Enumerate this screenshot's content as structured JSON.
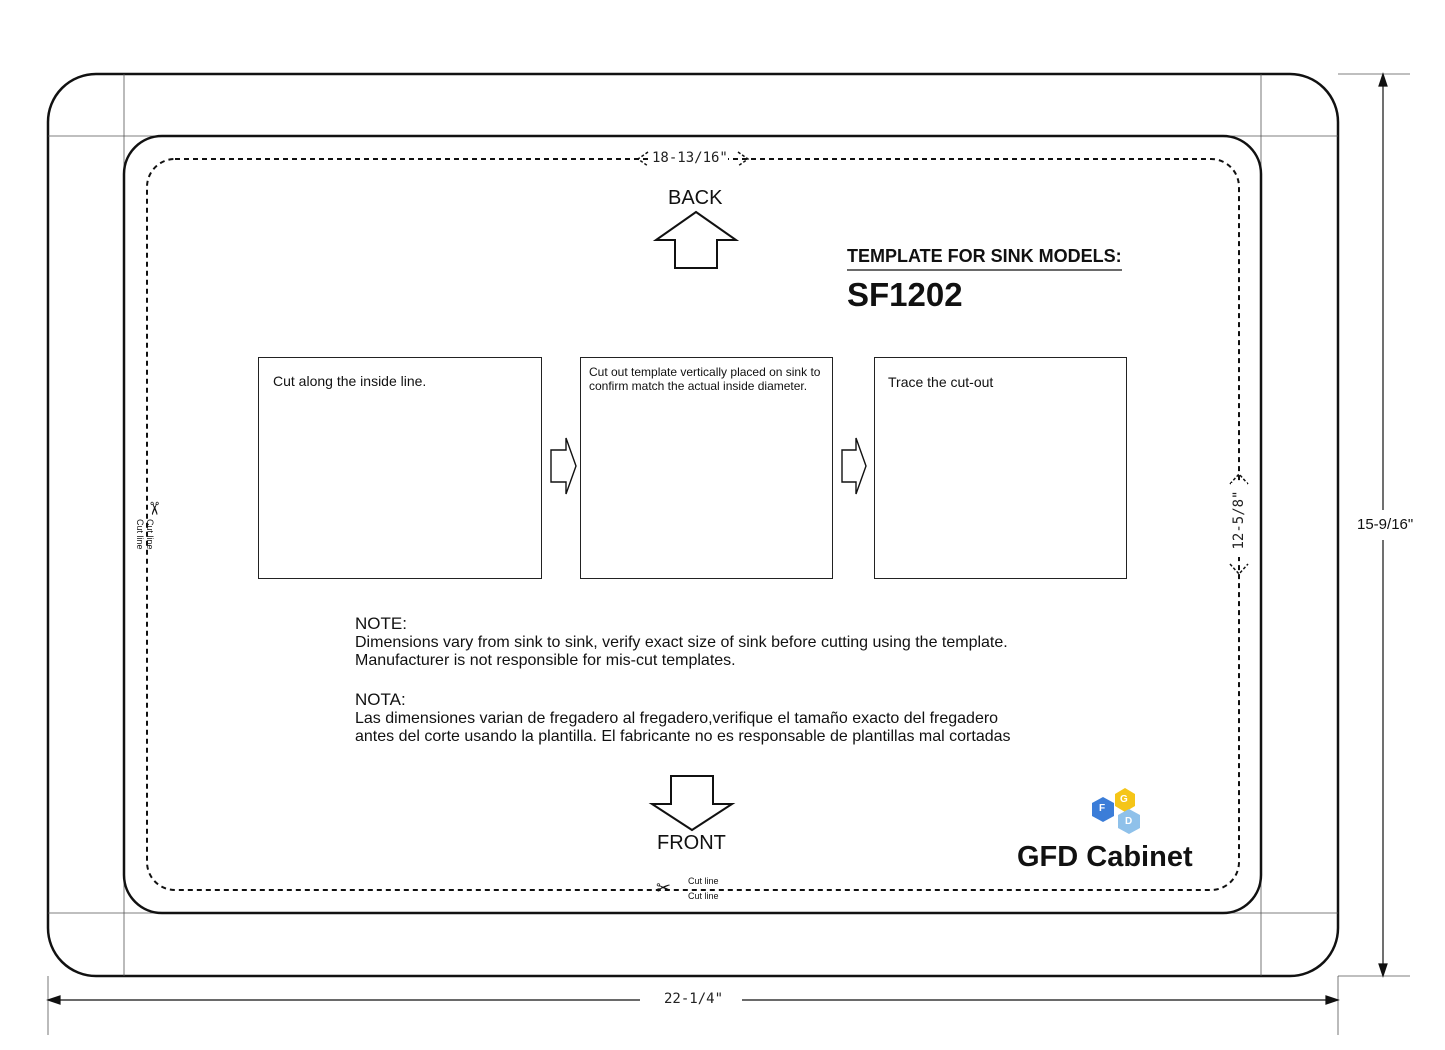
{
  "dimensions": {
    "top_width": "18-13/16\"",
    "right_height": "12-5/8\"",
    "outer_height": "15-9/16\"",
    "outer_width": "22-1/4\""
  },
  "orientation": {
    "back": "BACK",
    "front": "FRONT"
  },
  "template": {
    "heading": "TEMPLATE FOR SINK MODELS:",
    "model": "SF1202"
  },
  "steps": [
    {
      "caption": "Cut along the inside line."
    },
    {
      "caption": "Cut out template vertically placed on sink to confirm match the actual inside diameter."
    },
    {
      "caption": "Trace the cut-out"
    }
  ],
  "note_en": {
    "title": "NOTE:",
    "line1": "Dimensions vary from sink to sink, verify exact size of sink before cutting using the template.",
    "line2": "Manufacturer is not responsible for mis-cut templates."
  },
  "note_es": {
    "title": "NOTA:",
    "line1": "Las dimensiones varian de fregadero al fregadero,verifique el tamaño exacto del fregadero",
    "line2": "antes del corte usando la plantilla. El fabricante no es responsable de plantillas mal cortadas"
  },
  "cut_line": {
    "label1": "Cut line",
    "label2": "Cut line"
  },
  "brand": {
    "name": "GFD Cabinet",
    "logo_letters": [
      "F",
      "G",
      "D"
    ]
  },
  "colors": {
    "logo_yellow": "#f5c518",
    "logo_blue": "#3b7dd8",
    "logo_light_blue": "#8fc1ea",
    "panel_gray": "#8c8c8c"
  }
}
